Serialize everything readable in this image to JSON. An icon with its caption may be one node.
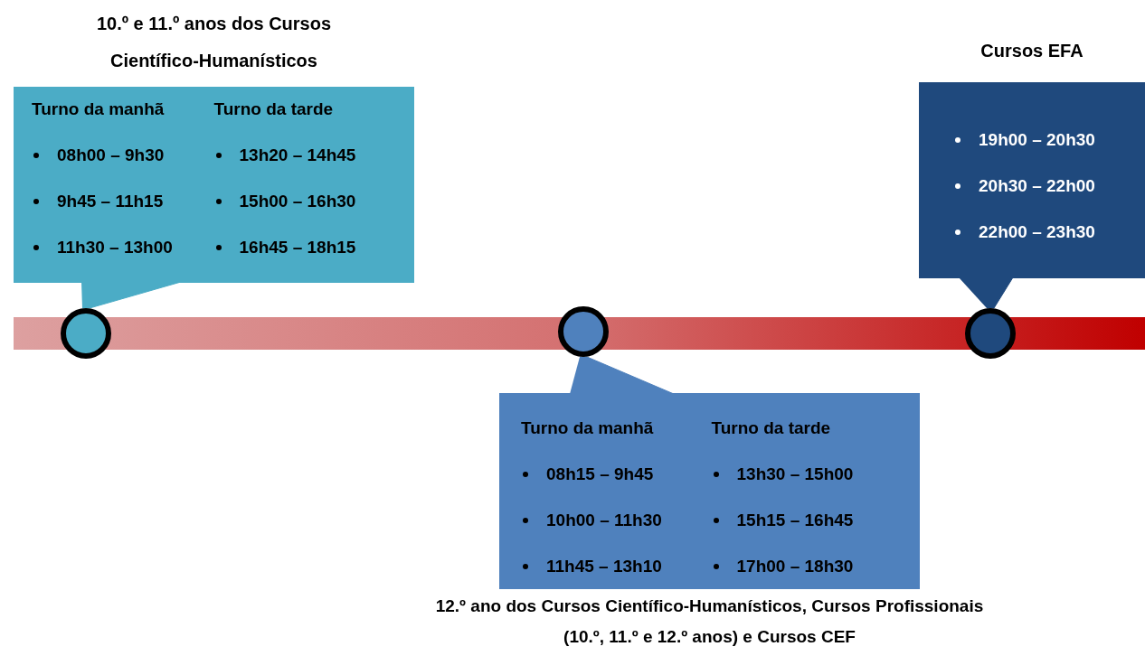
{
  "diagram": {
    "nodes": [
      {
        "text": [
          "10.º e 11.º anos dos Cursos Científico-Humanísticos",
          "Turno da manhã",
          "08h00 – 9h30",
          "9h45 – 11h15",
          "11h30 – 13h00",
          "Turno da tarde",
          "13h20 – 14h45",
          "15h00 – 16h30",
          "16h45 – 18h15"
        ]
      },
      {
        "text": [
          "Cursos EFA",
          "19h00 – 20h30",
          "20h30 – 22h00",
          "22h00 – 23h30"
        ]
      },
      {
        "text": [],
        "shape": "bar"
      },
      {
        "text": [],
        "shape": "circle"
      },
      {
        "text": [],
        "shape": "circle"
      },
      {
        "text": [],
        "shape": "circle"
      },
      {
        "text": [
          "12.º ano dos Cursos Científico-Humanísticos, Cursos Profissionais (10.º, 11.º e 12.º anos) e Cursos CEF",
          "Turno da manhã",
          "08h15 – 9h45",
          "10h00 – 11h30",
          "11h45 – 13h10",
          "Turno da tarde",
          "13h30 – 15h00",
          "15h15 – 16h45",
          "17h00 – 18h30"
        ]
      }
    ],
    "edges": [
      {
        "from": 0,
        "to": 3,
        "arrow": "none",
        "color": "#4bacc6"
      },
      {
        "from": 1,
        "to": 5,
        "arrow": "none",
        "color": "#1f497d"
      },
      {
        "from": 6,
        "to": 4,
        "arrow": "none",
        "color": "#4f81bd"
      }
    ]
  }
}
